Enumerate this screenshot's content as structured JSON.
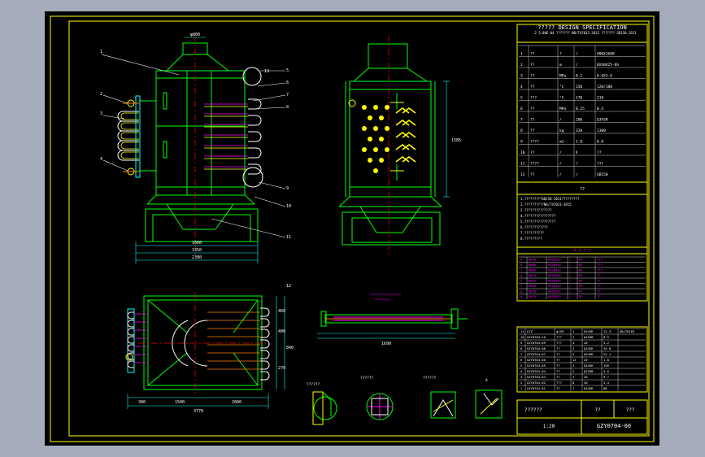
{
  "app": {
    "title": "CAD drawing viewer",
    "colors": {
      "background": "#a4acbc",
      "canvas": "#000000",
      "border": "#ffff00",
      "outline": "#00ff00",
      "centerline": "#ff0000",
      "text": "#ffffff",
      "accent_cyan": "#00ffff",
      "accent_magenta": "#ff00ff",
      "accent_orange": "#ff8000"
    }
  },
  "drawing": {
    "spec_title": "????? DESIGN SPECIFICATION",
    "views": {
      "front_top_dim": "φ800",
      "side_height_dim": "1585",
      "front_bottom_dims": [
        "1660",
        "1350",
        "2380"
      ],
      "plan_bottom_dims": [
        "380",
        "1500",
        "2000",
        "3770"
      ],
      "plan_right_dims": [
        "460",
        "400",
        "840",
        "270"
      ],
      "section_length_dim": "1690"
    },
    "balloons": [
      "1",
      "2",
      "3",
      "4",
      "5",
      "6",
      "7",
      "8",
      "9",
      "10",
      "11",
      "12",
      "13"
    ],
    "spec_rows": [
      [
        "1",
        "??",
        "?",
        "/",
        "800X1600"
      ],
      [
        "2",
        "??",
        "m",
        "/",
        "8X40X25-8h"
      ],
      [
        "3",
        "??",
        "MPa",
        "0.2",
        "0.6X1.6"
      ],
      [
        "4",
        "??",
        "°C",
        "150",
        "120/180"
      ],
      [
        "5",
        "???",
        "°C",
        "170",
        "210"
      ],
      [
        "6",
        "??",
        "MPa",
        "0.25",
        "0.4"
      ],
      [
        "7",
        "??",
        "/",
        "200",
        "Q345R"
      ],
      [
        "8",
        "??",
        "kg",
        "320",
        "1300"
      ],
      [
        "9",
        "????",
        "m2",
        "1.0",
        "0.8"
      ],
      [
        "10",
        "??",
        "/",
        "Ⅱ",
        "??"
      ],
      [
        "11",
        "????",
        "/",
        "/",
        "???"
      ],
      [
        "12",
        "??",
        "/",
        "/",
        "GB150"
      ]
    ],
    "notes_title": "??",
    "notes": [
      "1.?????????GB150-2011?????????",
      "2.??????????NB/T47013-2015",
      "3.??????????????",
      "4.????????????????",
      "5.????????????????",
      "6.????????????",
      "7.??????????",
      "8.?????????"
    ],
    "nozzle_title": "? ? ? ?",
    "nozzle_rows": [
      [
        "a",
        "DN50",
        "HG20592",
        "/",
        "RF",
        "???"
      ],
      [
        "b",
        "DN80",
        "HG20592",
        "/",
        "RF",
        "???"
      ],
      [
        "c",
        "DN65",
        "HG20592",
        "/",
        "RF",
        "???"
      ],
      [
        "d",
        "DN25",
        "HG20592",
        "/",
        "RF",
        "??"
      ],
      [
        "e",
        "DN32",
        "HG20592",
        "/",
        "RF",
        "??"
      ],
      [
        "f",
        "DN40",
        "HG20592",
        "/",
        "RF",
        "??"
      ],
      [
        "g",
        "DN20",
        "HG20592",
        "/",
        "RF",
        "??"
      ],
      [
        "h",
        "DN15",
        "HG20592",
        "/",
        "RF",
        "??"
      ]
    ],
    "detail_labels": [
      "??????",
      "??????",
      "??????",
      "A"
    ],
    "bom_rows": [
      [
        "11",
        "CYZ",
        "φ159",
        "1",
        "Q345R",
        "12.3",
        "GB/T8163"
      ],
      [
        "10",
        "GZY0704-10",
        "???",
        "2",
        "Q235B",
        "8.5",
        ""
      ],
      [
        "9",
        "GZY0704-09",
        "???",
        "4",
        "20",
        "3.2",
        ""
      ],
      [
        "8",
        "GZY0704-08",
        "??",
        "1",
        "Q345R",
        "45.0",
        ""
      ],
      [
        "7",
        "GZY0704-07",
        "??",
        "2",
        "Q345R",
        "22.1",
        ""
      ],
      [
        "6",
        "GZY0704-06",
        "??",
        "12",
        "20",
        "1.8",
        ""
      ],
      [
        "5",
        "GZY0704-05",
        "??",
        "1",
        "Q345R",
        "156",
        ""
      ],
      [
        "4",
        "GZY0704-04",
        "??",
        "2",
        "Q235B",
        "4.6",
        ""
      ],
      [
        "3",
        "GZY0704-03",
        "??",
        "1",
        "20",
        "9.7",
        ""
      ],
      [
        "2",
        "GZY0704-02",
        "???",
        "8",
        "20",
        "2.4",
        ""
      ],
      [
        "1",
        "GZY0704-01",
        "??",
        "1",
        "Q345R",
        "88",
        ""
      ]
    ],
    "title_block": {
      "org": "??????",
      "name": "??",
      "scale": "1:20",
      "drawing_no": "GZY0704-00",
      "sheet": "???"
    }
  }
}
